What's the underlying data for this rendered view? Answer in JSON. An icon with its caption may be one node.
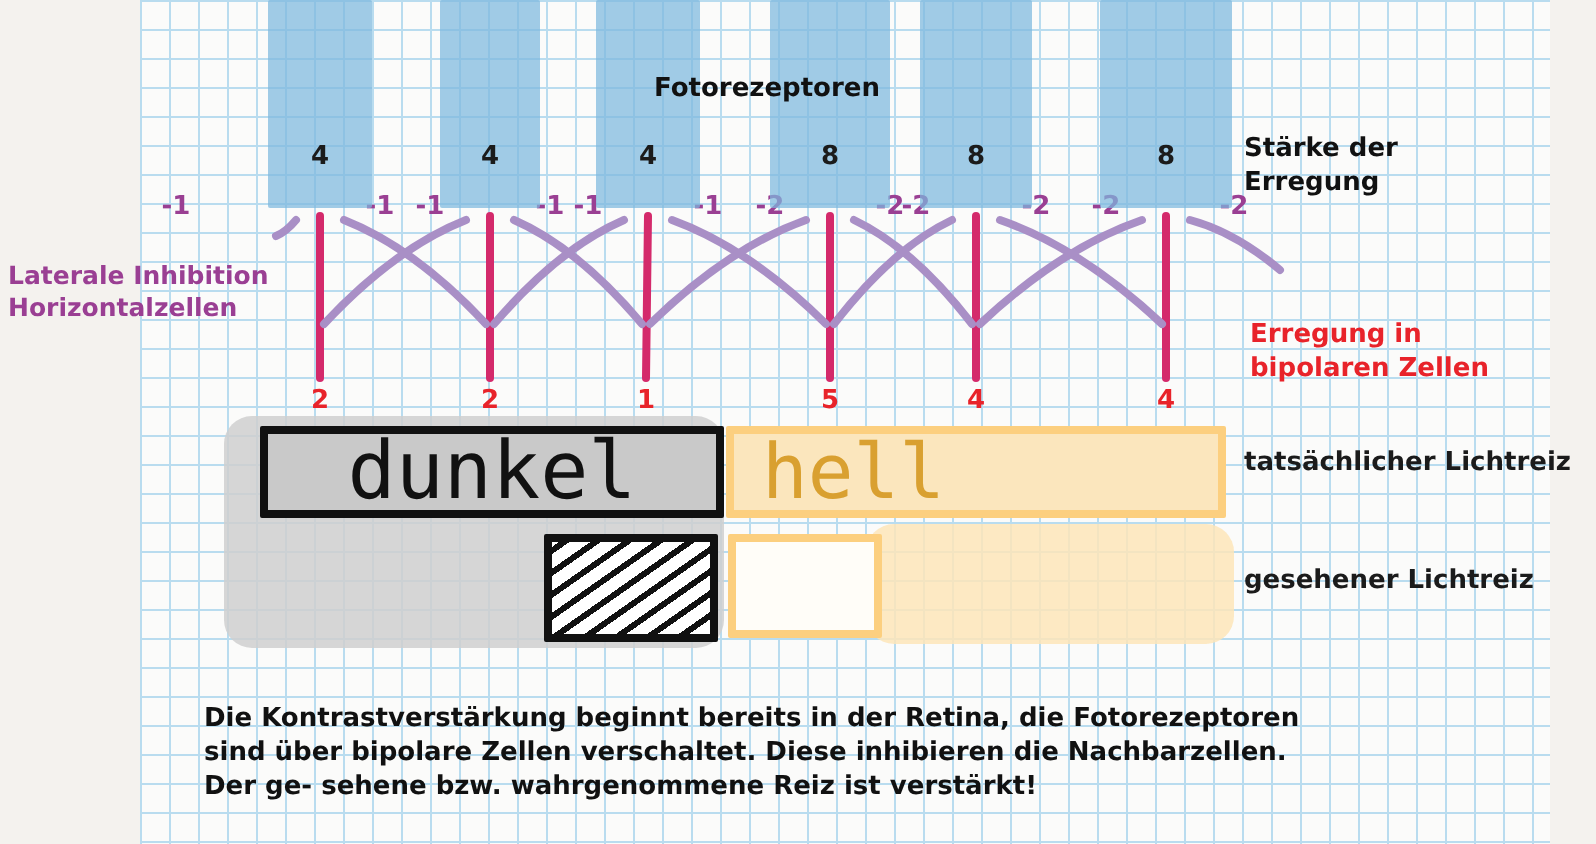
{
  "diagram": {
    "nodes": [
      {
        "text": [
          "4"
        ]
      },
      {
        "text": [
          "4"
        ]
      },
      {
        "text": [
          "4"
        ]
      },
      {
        "text": [
          "8"
        ]
      },
      {
        "text": [
          "8"
        ]
      },
      {
        "text": [
          "8"
        ]
      },
      {
        "text": [
          "2"
        ]
      },
      {
        "text": [
          "2"
        ]
      },
      {
        "text": [
          "1"
        ]
      },
      {
        "text": [
          "5"
        ]
      },
      {
        "text": [
          "4"
        ]
      },
      {
        "text": [
          "4"
        ]
      },
      {
        "text": [
          "dunkel"
        ]
      },
      {
        "text": [
          "hell"
        ]
      },
      {
        "text": [],
        "shape": "box"
      },
      {
        "text": [],
        "shape": "box"
      }
    ],
    "edges": [
      {
        "from": 0,
        "to": 6,
        "arrow": "none",
        "color": "#d42a6b"
      },
      {
        "from": 1,
        "to": 7,
        "arrow": "none",
        "color": "#d42a6b"
      },
      {
        "from": 2,
        "to": 8,
        "arrow": "none",
        "color": "#d42a6b"
      },
      {
        "from": 3,
        "to": 9,
        "arrow": "none",
        "color": "#d42a6b"
      },
      {
        "from": 4,
        "to": 10,
        "arrow": "none",
        "color": "#d42a6b"
      },
      {
        "from": 5,
        "to": 11,
        "arrow": "none",
        "color": "#d42a6b"
      },
      {
        "from": 0,
        "to": null,
        "arrow": "none",
        "label": "-1"
      },
      {
        "from": 0,
        "to": 7,
        "arrow": "none",
        "label": "-1"
      },
      {
        "from": 1,
        "to": 6,
        "arrow": "none",
        "label": "-1"
      },
      {
        "from": 1,
        "to": 8,
        "arrow": "none",
        "label": "-1"
      },
      {
        "from": 2,
        "to": 7,
        "arrow": "none",
        "label": "-1"
      },
      {
        "from": 2,
        "to": 9,
        "arrow": "none",
        "label": "-1"
      },
      {
        "from": 3,
        "to": 8,
        "arrow": "none",
        "label": "-2"
      },
      {
        "from": 3,
        "to": 10,
        "arrow": "none",
        "label": "-2"
      },
      {
        "from": 4,
        "to": 9,
        "arrow": "none",
        "label": "-2"
      },
      {
        "from": 4,
        "to": 11,
        "arrow": "none",
        "label": "-2"
      },
      {
        "from": 5,
        "to": 10,
        "arrow": "none",
        "label": "-2"
      },
      {
        "from": 5,
        "to": null,
        "arrow": "none",
        "label": "-2"
      }
    ],
    "labels": [
      "Fotorezeptoren",
      "Stärke der Erregung",
      "Laterale Inhibition Horizontalzellen",
      "Erregung in bipolaren Zellen",
      "tatsächlicher Lichtreiz",
      "gesehener Lichtreiz",
      "Die Kontrastverstärkung beginnt bereits in der Retina, die Fotorezeptoren sind über bipolare Zellen verschaltet. Diese inhibieren die Nachbarzellen. Der ge- sehene bzw. wahrgenommene Reiz ist verstärkt!"
    ]
  }
}
